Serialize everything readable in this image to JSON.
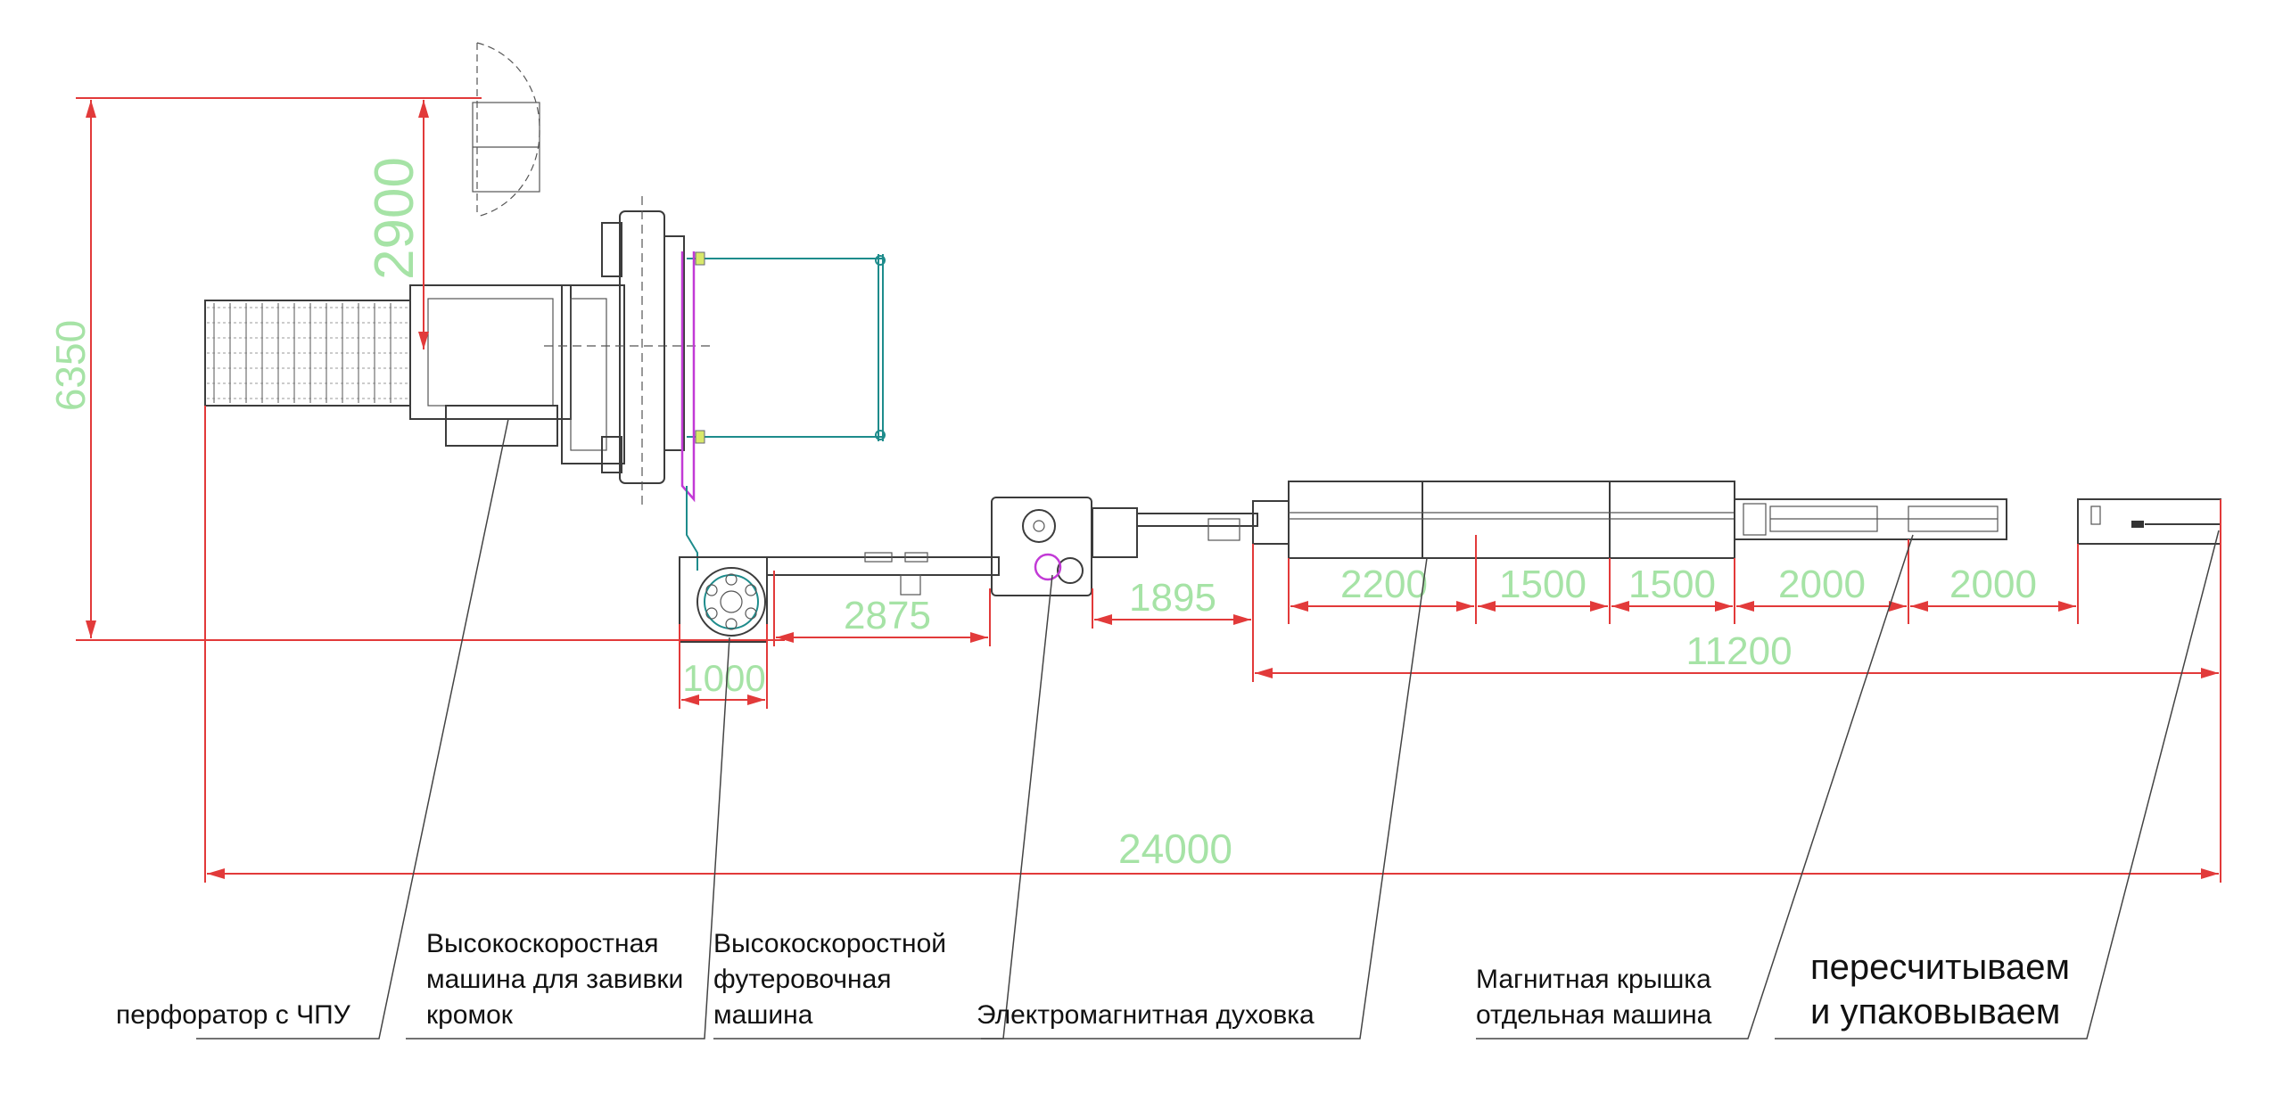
{
  "dimensions": {
    "d6350": "6350",
    "d2900": "2900",
    "d1000": "1000",
    "d2875": "2875",
    "d1895": "1895",
    "d2200": "2200",
    "d1500a": "1500",
    "d1500b": "1500",
    "d2000a": "2000",
    "d2000b": "2000",
    "d11200": "11200",
    "d24000": "24000"
  },
  "labels": {
    "cnc_punch": "перфоратор с ЧПУ",
    "curling_line1": "Высокоскоростная",
    "curling_line2": "машина для завивки",
    "curling_line3": "кромок",
    "lining_line1": "Высокоскоростной",
    "lining_line2": "футеровочная",
    "lining_line3": "машина",
    "oven": "Электромагнитная духовка",
    "magnetic_line1": "Магнитная крышка",
    "magnetic_line2": "отдельная машина",
    "counting_line1": "пересчитываем",
    "counting_line2": "и упаковываем"
  },
  "colors": {
    "dimension_lines": "#e23a3a",
    "dimension_text": "#a6e3a6",
    "drawing_ink": "#3c3c3c",
    "accent_teal": "#1e8c8c",
    "accent_magenta": "#c23ad6"
  }
}
